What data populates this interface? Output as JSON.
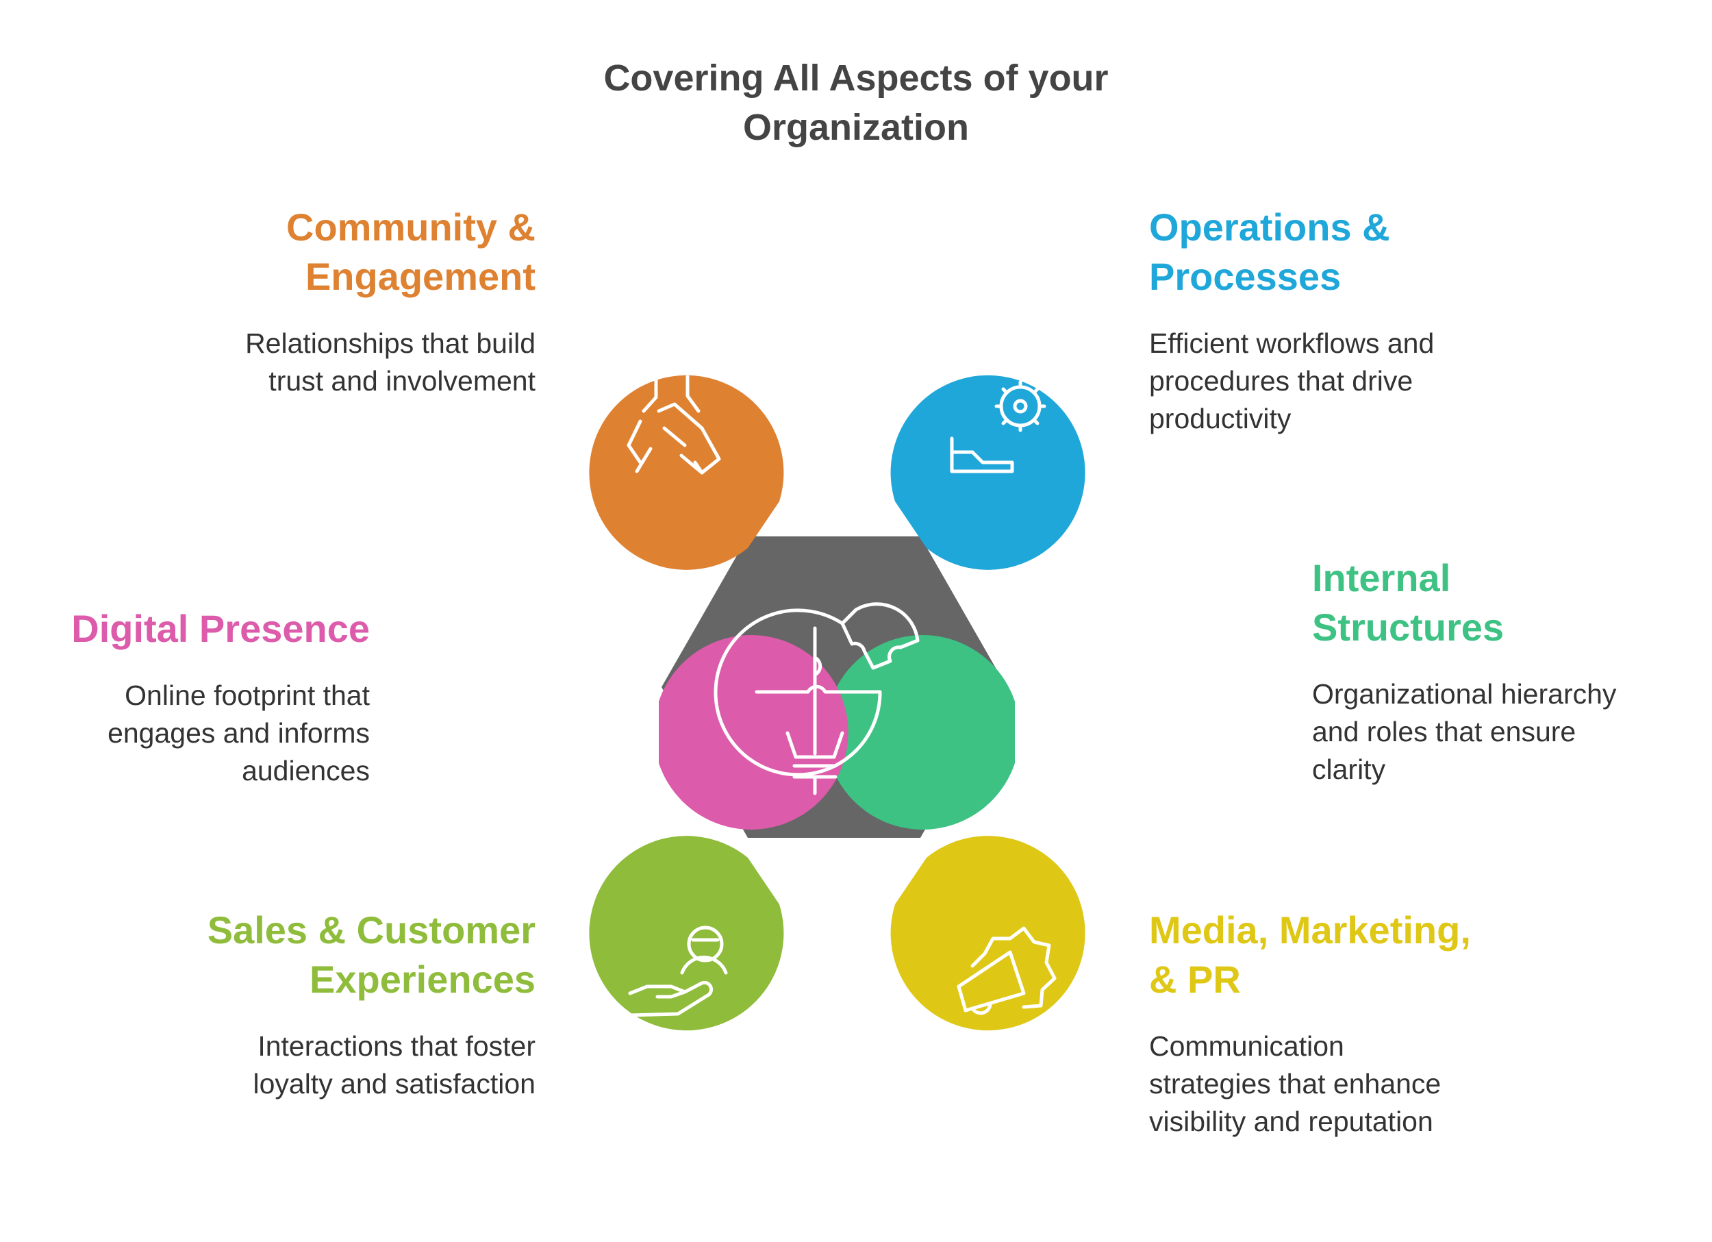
{
  "title": {
    "line1": "Covering All Aspects of your",
    "line2": "Organization"
  },
  "center": {
    "icon": "puzzle-lightbulb-icon",
    "color": "#666666"
  },
  "segments": [
    {
      "id": "community",
      "heading": [
        "Community &",
        "Engagement"
      ],
      "description": [
        "Relationships that build",
        "trust and involvement"
      ],
      "color": "#DE8131",
      "icon": "hands-together-icon"
    },
    {
      "id": "operations",
      "heading": [
        "Operations &",
        "Processes"
      ],
      "description": [
        "Efficient workflows and",
        "procedures that drive",
        "productivity"
      ],
      "color": "#1FA7DA",
      "icon": "gear-conveyor-icon"
    },
    {
      "id": "internal",
      "heading": [
        "Internal",
        "Structures"
      ],
      "description": [
        "Organizational hierarchy",
        "and roles that ensure",
        "clarity"
      ],
      "color": "#3EC284",
      "icon": "building-icon"
    },
    {
      "id": "media",
      "heading": [
        "Media, Marketing,",
        "& PR"
      ],
      "description": [
        "Communication",
        "strategies that enhance",
        "visibility and reputation"
      ],
      "color": "#DFC716",
      "icon": "megaphone-icon"
    },
    {
      "id": "sales",
      "heading": [
        "Sales & Customer",
        "Experiences"
      ],
      "description": [
        "Interactions that foster",
        "loyalty and satisfaction"
      ],
      "color": "#8FBC3B",
      "icon": "hand-coin-icon"
    },
    {
      "id": "digital",
      "heading": [
        "Digital Presence"
      ],
      "description": [
        "Online footprint that",
        "engages and informs",
        "audiences"
      ],
      "color": "#DC5BAA",
      "icon": "mobile-add-user-icon"
    }
  ]
}
